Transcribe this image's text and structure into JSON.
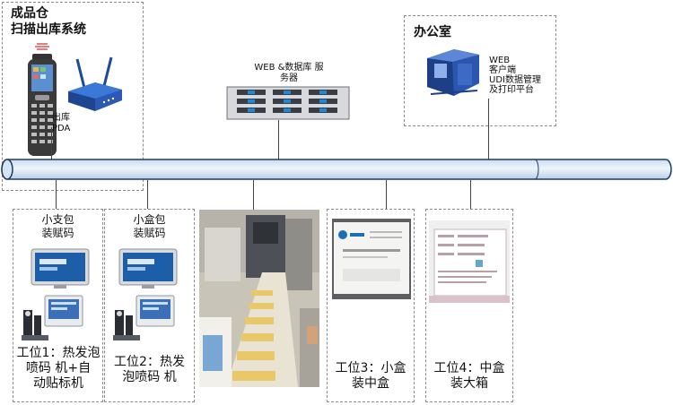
{
  "warehouse": {
    "title_line1": "成品仓",
    "title_line2": "扫描出库系统",
    "pda_label_line1": "出库",
    "pda_label_line2": "PDA"
  },
  "server": {
    "label_line1": "WEB &数据库 服",
    "label_line2": "务器"
  },
  "office": {
    "title": "办公室",
    "client_line1": "WEB",
    "client_line2": "客户端",
    "client_line3": "UDI数据管理",
    "client_line4": "及打印平台"
  },
  "stations": [
    {
      "sub_line1": "小支包",
      "sub_line2": "装赋码",
      "name_line1": "工位1：热发泡",
      "name_line2": "喷码 机+自",
      "name_line3": "动贴标机"
    },
    {
      "sub_line1": "小盒包",
      "sub_line2": "装赋码",
      "name_line1": "工位2：热发",
      "name_line2": "泡喷码 机"
    },
    {
      "name_line1": "工位3：小盒",
      "name_line2": "装中盒"
    },
    {
      "name_line1": "工位4：中盒",
      "name_line2": "装大箱"
    }
  ],
  "colors": {
    "bus_fill": "#d9e8f5",
    "bus_stroke": "#1f3a68",
    "box_border": "#8a8a8a"
  },
  "icons": [
    "pda-icon",
    "router-icon",
    "server-rack-icon",
    "office-workstation-icon",
    "touch-monitor-icon",
    "inkjet-printer-icon",
    "production-line-photo",
    "label-card-photo"
  ]
}
